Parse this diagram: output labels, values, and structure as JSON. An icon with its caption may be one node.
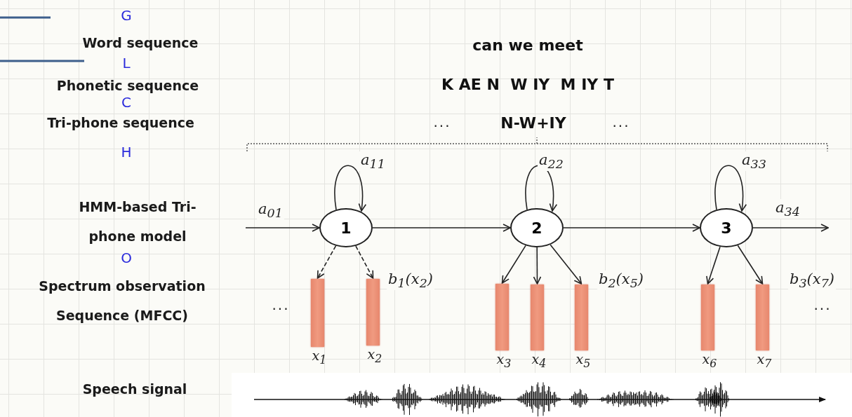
{
  "diagram": {
    "nodes": [
      {
        "text": [
          "1"
        ]
      },
      {
        "text": [
          "2"
        ]
      },
      {
        "text": [
          "3"
        ]
      },
      {
        "text": [],
        "shape": "bar",
        "beside": [
          "x$_{1}$"
        ]
      },
      {
        "text": [],
        "shape": "bar",
        "beside": [
          "x$_{2}$"
        ]
      },
      {
        "text": [],
        "shape": "bar",
        "beside": [
          "x$_{3}$"
        ]
      },
      {
        "text": [],
        "shape": "bar",
        "beside": [
          "x$_{4}$"
        ]
      },
      {
        "text": [],
        "shape": "bar",
        "beside": [
          "x$_{5}$"
        ]
      },
      {
        "text": [],
        "shape": "bar",
        "beside": [
          "x$_{6}$"
        ]
      },
      {
        "text": [],
        "shape": "bar",
        "beside": [
          "x$_{7}$"
        ]
      }
    ],
    "edges": [
      {
        "from": null,
        "to": 0,
        "arrow": "to",
        "label": "a$_{01}$"
      },
      {
        "from": 0,
        "to": 0,
        "arrow": "to",
        "label": "a$_{11}$"
      },
      {
        "from": 0,
        "to": 1,
        "arrow": "to"
      },
      {
        "from": 1,
        "to": 1,
        "arrow": "to",
        "label": "a$_{22}$"
      },
      {
        "from": 1,
        "to": 2,
        "arrow": "to"
      },
      {
        "from": 2,
        "to": 2,
        "arrow": "to",
        "label": "a$_{33}$"
      },
      {
        "from": 2,
        "to": null,
        "arrow": "to",
        "label": "a$_{34}$"
      },
      {
        "from": 0,
        "to": 3,
        "arrow": "to",
        "style": "dashed"
      },
      {
        "from": 0,
        "to": 4,
        "arrow": "to",
        "style": "dashed",
        "label": "b$_{1}$(x$_{2}$)"
      },
      {
        "from": 1,
        "to": 5,
        "arrow": "to"
      },
      {
        "from": 1,
        "to": 6,
        "arrow": "to"
      },
      {
        "from": 1,
        "to": 7,
        "arrow": "to",
        "label": "b$_{2}$(x$_{5}$)"
      },
      {
        "from": 2,
        "to": 8,
        "arrow": "to"
      },
      {
        "from": 2,
        "to": 9,
        "arrow": "to",
        "label": "b$_{3}$(x$_{7}$)"
      }
    ],
    "labels": [
      "G",
      "Word sequence",
      "can we meet",
      "L",
      "Phonetic sequence",
      "K AE N  W IY  M IY T",
      "C",
      "Tri-phone sequence",
      "...",
      "N-W+IY",
      "...",
      "H",
      "HMM-based Tri-phone model",
      "O",
      "Spectrum observation Sequence (MFCC)",
      "...",
      "...",
      "Speech signal"
    ]
  }
}
